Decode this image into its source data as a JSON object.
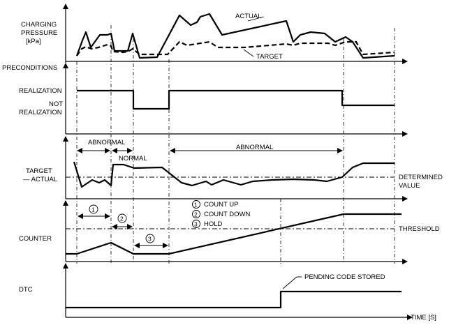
{
  "panels": {
    "pressure": {
      "label_line1": "CHARGING",
      "label_line2": "PRESSURE",
      "label_line3": "[kPa]",
      "actual_label": "ACTUAL",
      "target_label": "TARGET"
    },
    "preconditions": {
      "label": "PRECONDITIONS",
      "realization": "REALIZATION",
      "not_line1": "NOT",
      "not_line2": "REALIZATION"
    },
    "target_actual": {
      "label_line1": "TARGET",
      "label_line2": "— ACTUAL",
      "determined_line1": "DETERMINED",
      "determined_line2": "VALUE",
      "abnormal_1": "ABNORMAL",
      "normal": "NORMAL",
      "abnormal_2": "ABNORMAL"
    },
    "counter": {
      "label": "COUNTER",
      "threshold": "THRESHOLD",
      "legend_1_num": "1",
      "legend_1": "COUNT UP",
      "legend_2_num": "2",
      "legend_2": "COUNT DOWN",
      "legend_3_num": "3",
      "legend_3": "HOLD",
      "marker_1": "1",
      "marker_2": "2",
      "marker_3": "3"
    },
    "dtc": {
      "label": "DTC",
      "pending": "PENDING CODE STORED"
    },
    "time_axis": {
      "label": "TIME [S]"
    }
  }
}
